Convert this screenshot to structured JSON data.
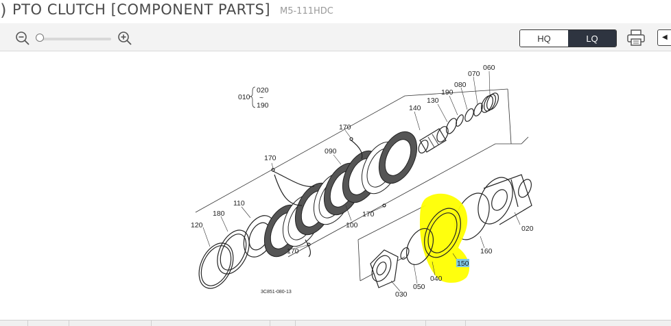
{
  "header": {
    "paren": ")",
    "title": "PTO CLUTCH [COMPONENT PARTS]",
    "model": "M5-111HDC"
  },
  "toolbar": {
    "zoom_out_icon": "zoom-out-icon",
    "zoom_in_icon": "zoom-in-icon",
    "zoom_level": 0,
    "hq_label": "HQ",
    "lq_label": "LQ",
    "selected_quality": "LQ",
    "print_icon": "printer-icon",
    "nav_icon": "triangle-left-icon"
  },
  "diagram": {
    "drawing_code": "3C851-080-13",
    "highlight_color": "#ffff00",
    "highlight_label_bg": "#7ec8e3",
    "parts": {
      "p010": "010",
      "p020_top": "020",
      "tilde": "~",
      "p190_top": "190",
      "p020": "020",
      "p030": "030",
      "p040": "040",
      "p050": "050",
      "p060": "060",
      "p070": "070",
      "p080": "080",
      "p090": "090",
      "p100": "100",
      "p110": "110",
      "p120": "120",
      "p130": "130",
      "p140": "140",
      "p150": "150",
      "p160": "160",
      "p170_a": "170",
      "p170_b": "170",
      "p170_c": "170",
      "p170_d": "170",
      "p180": "180",
      "p190": "190"
    }
  }
}
